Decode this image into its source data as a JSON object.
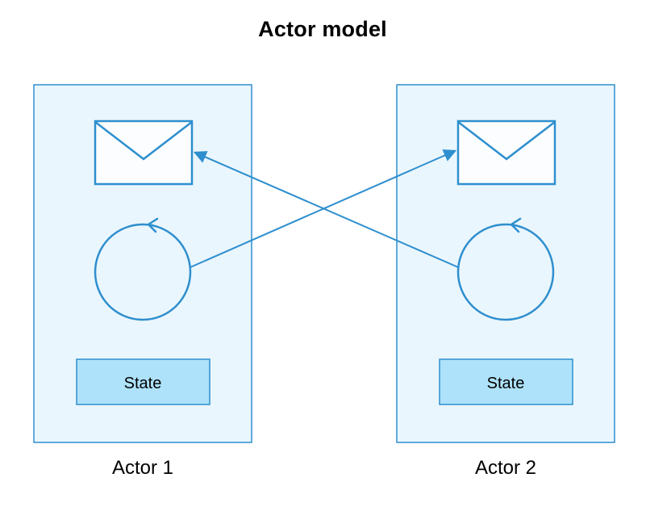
{
  "title": "Actor model",
  "diagram": {
    "type": "diagram",
    "description": "Actor model diagram: two actors, each with a mailbox (envelope), a processing loop (circle with arrow) and a State box; each actor's loop sends a message arrow to the other actor's mailbox",
    "actors": [
      {
        "label": "Actor 1",
        "state_label": "State",
        "icons": [
          "mailbox-envelope-icon",
          "processing-loop-icon"
        ]
      },
      {
        "label": "Actor 2",
        "state_label": "State",
        "icons": [
          "mailbox-envelope-icon",
          "processing-loop-icon"
        ]
      }
    ],
    "messages": [
      {
        "from": "Actor 1 processing loop",
        "to": "Actor 2 mailbox"
      },
      {
        "from": "Actor 2 processing loop",
        "to": "Actor 1 mailbox"
      }
    ],
    "colors": {
      "stroke_blue": "#2e8fce",
      "actor_fill": "#eaf6fd",
      "state_fill": "#aee2fa",
      "envelope_fill": "#fbfdff",
      "text": "#000000",
      "background": "#ffffff"
    }
  }
}
